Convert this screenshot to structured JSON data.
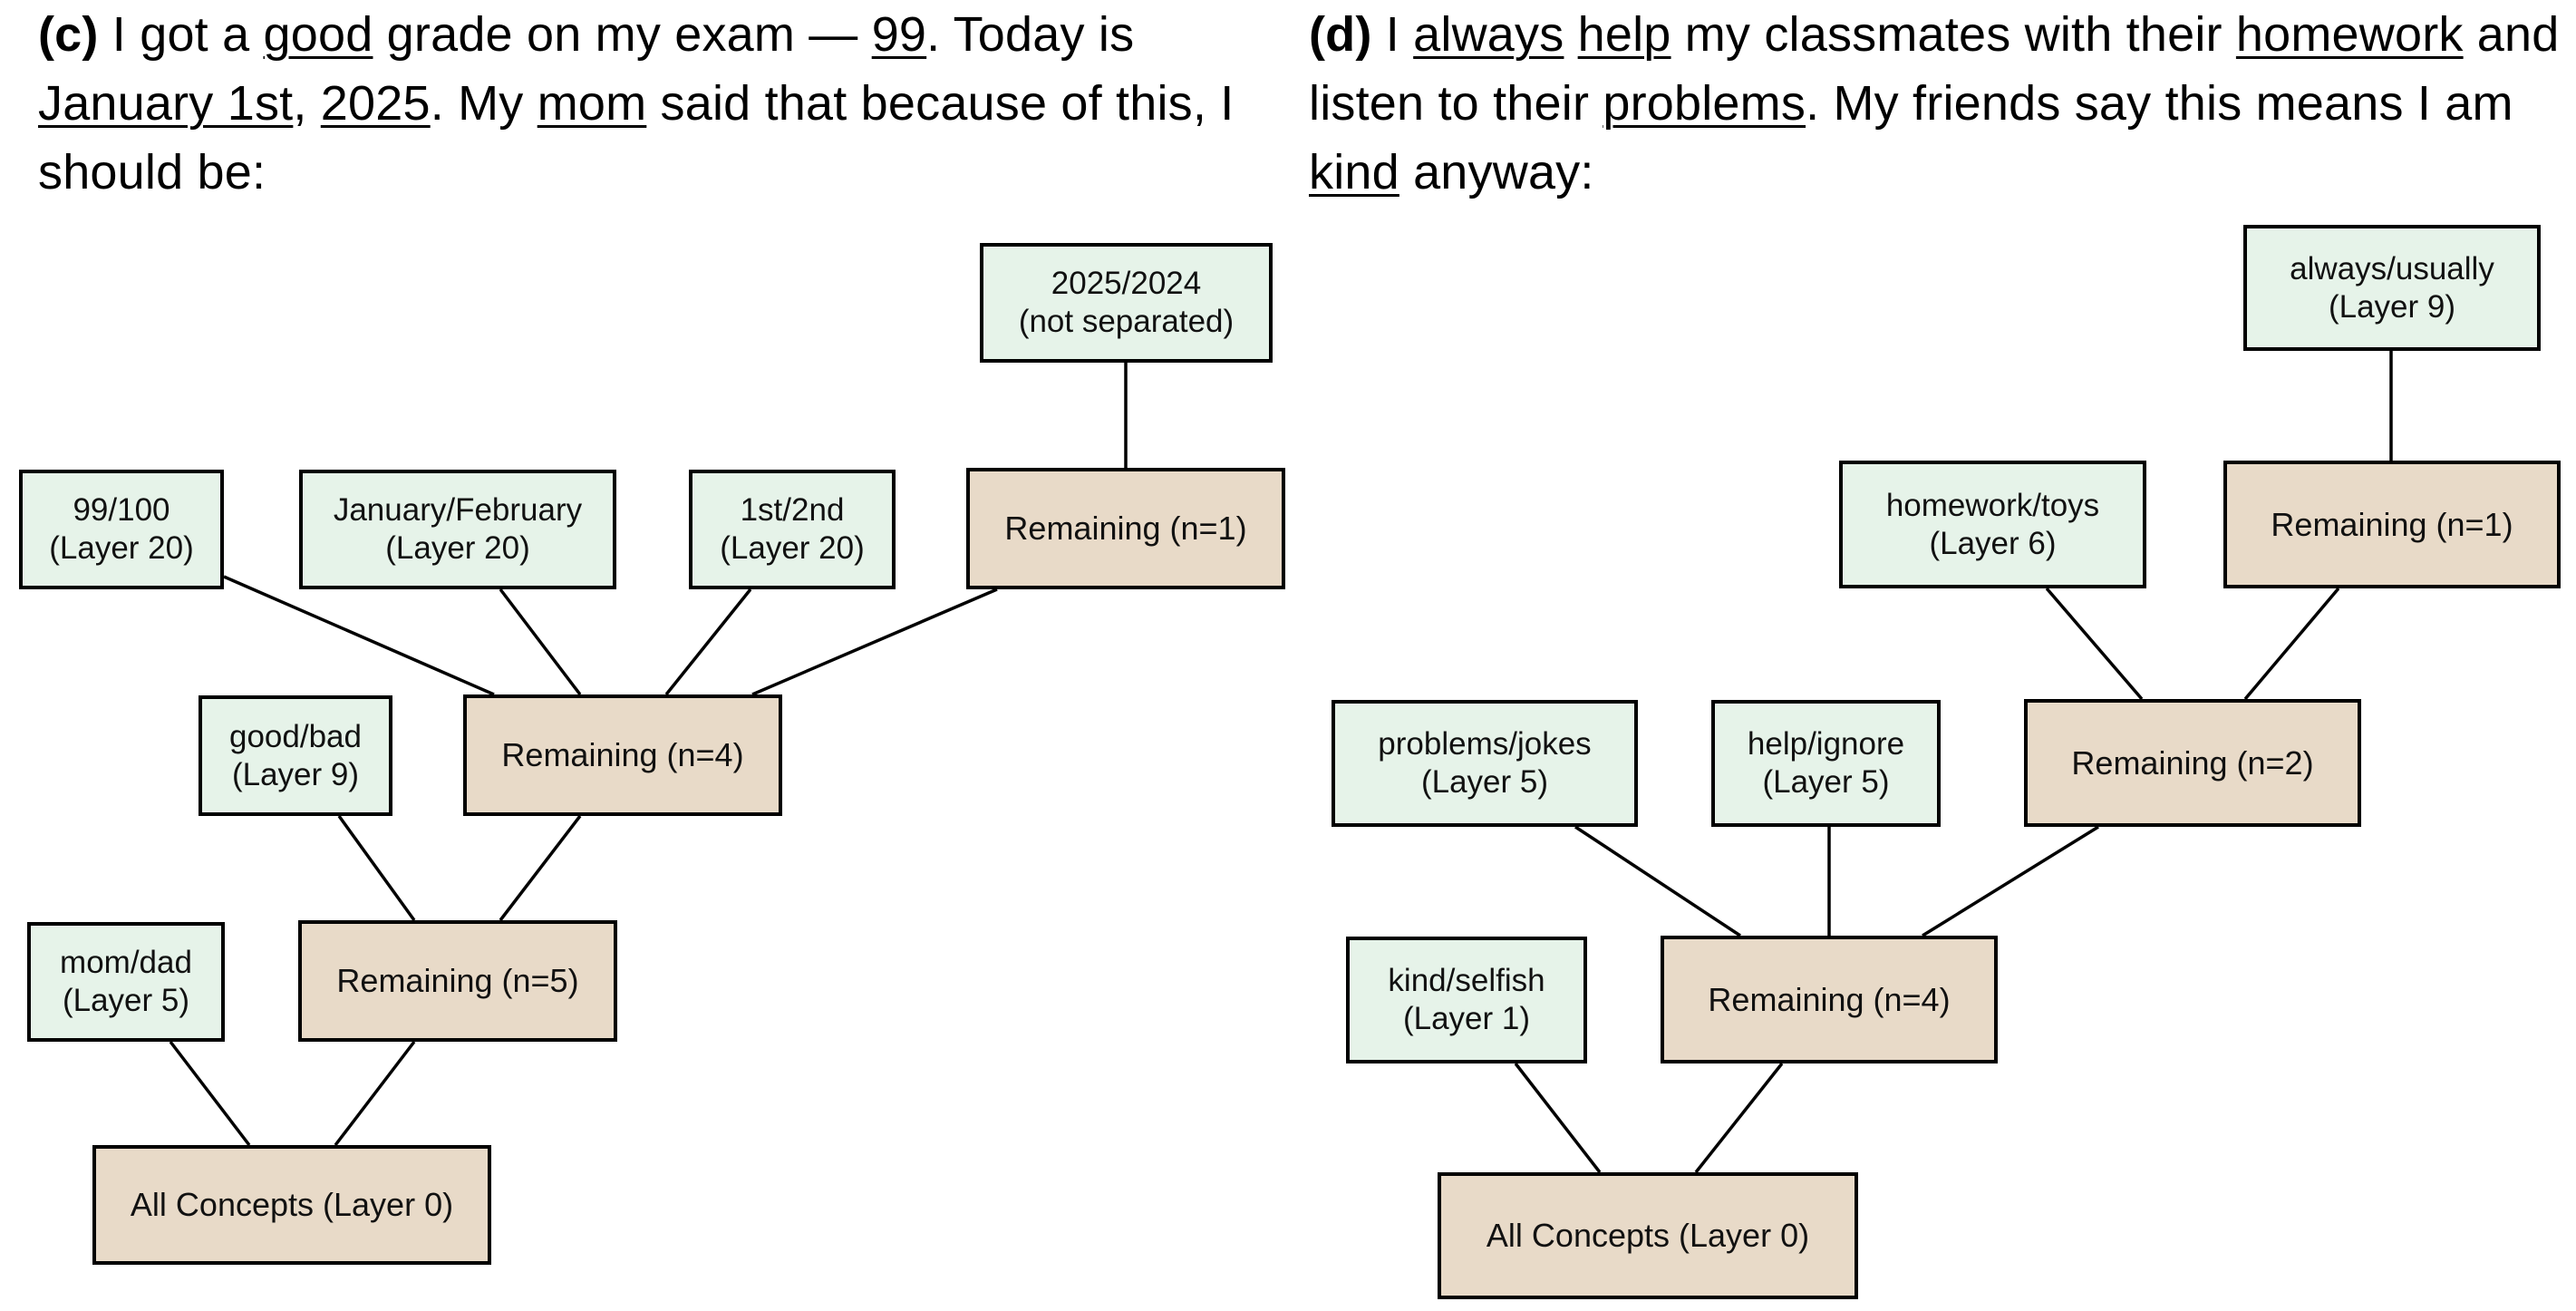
{
  "panels": [
    {
      "id": "c",
      "label": "(c)",
      "caption_segments": [
        {
          "text": " I got a ",
          "u": false
        },
        {
          "text": "good",
          "u": true
        },
        {
          "text": " grade on my exam — ",
          "u": false
        },
        {
          "text": "99",
          "u": true
        },
        {
          "text": ". Today is ",
          "u": false
        },
        {
          "text": "January 1st",
          "u": true
        },
        {
          "text": ", ",
          "u": false
        },
        {
          "text": "2025",
          "u": true
        },
        {
          "text": ". My ",
          "u": false
        },
        {
          "text": "mom",
          "u": true
        },
        {
          "text": " said that because of this, I should be:",
          "u": false
        }
      ],
      "nodes": [
        {
          "id": "c-root",
          "text": [
            "All Concepts (Layer 0)"
          ],
          "kind": "remaining"
        },
        {
          "id": "c-mom",
          "text": [
            "mom/dad",
            "(Layer 5)"
          ],
          "kind": "concept"
        },
        {
          "id": "c-r5",
          "text": [
            "Remaining (n=5)"
          ],
          "kind": "remaining"
        },
        {
          "id": "c-good",
          "text": [
            "good/bad",
            "(Layer 9)"
          ],
          "kind": "concept"
        },
        {
          "id": "c-r4",
          "text": [
            "Remaining (n=4)"
          ],
          "kind": "remaining"
        },
        {
          "id": "c-99",
          "text": [
            "99/100",
            "(Layer 20)"
          ],
          "kind": "concept"
        },
        {
          "id": "c-jan",
          "text": [
            "January/February",
            "(Layer 20)"
          ],
          "kind": "concept"
        },
        {
          "id": "c-1st",
          "text": [
            "1st/2nd",
            "(Layer 20)"
          ],
          "kind": "concept"
        },
        {
          "id": "c-r1",
          "text": [
            "Remaining (n=1)"
          ],
          "kind": "remaining"
        },
        {
          "id": "c-2025",
          "text": [
            "2025/2024",
            "(not separated)"
          ],
          "kind": "concept"
        }
      ],
      "edges": [
        [
          "c-root",
          "c-mom"
        ],
        [
          "c-root",
          "c-r5"
        ],
        [
          "c-r5",
          "c-good"
        ],
        [
          "c-r5",
          "c-r4"
        ],
        [
          "c-r4",
          "c-99"
        ],
        [
          "c-r4",
          "c-jan"
        ],
        [
          "c-r4",
          "c-1st"
        ],
        [
          "c-r4",
          "c-r1"
        ],
        [
          "c-r1",
          "c-2025"
        ]
      ]
    },
    {
      "id": "d",
      "label": "(d)",
      "caption_segments": [
        {
          "text": " I ",
          "u": false
        },
        {
          "text": "always",
          "u": true
        },
        {
          "text": " ",
          "u": false
        },
        {
          "text": "help",
          "u": true
        },
        {
          "text": " my classmates with their ",
          "u": false
        },
        {
          "text": "homework",
          "u": true
        },
        {
          "text": " and listen to their ",
          "u": false
        },
        {
          "text": "problems",
          "u": true
        },
        {
          "text": ". My friends say this means I am ",
          "u": false
        },
        {
          "text": "kind",
          "u": true
        },
        {
          "text": " anyway:",
          "u": false
        }
      ],
      "nodes": [
        {
          "id": "d-root",
          "text": [
            "All Concepts (Layer 0)"
          ],
          "kind": "remaining"
        },
        {
          "id": "d-kind",
          "text": [
            "kind/selfish",
            "(Layer 1)"
          ],
          "kind": "concept"
        },
        {
          "id": "d-r4",
          "text": [
            "Remaining (n=4)"
          ],
          "kind": "remaining"
        },
        {
          "id": "d-problems",
          "text": [
            "problems/jokes",
            "(Layer 5)"
          ],
          "kind": "concept"
        },
        {
          "id": "d-help",
          "text": [
            "help/ignore",
            "(Layer 5)"
          ],
          "kind": "concept"
        },
        {
          "id": "d-r2",
          "text": [
            "Remaining (n=2)"
          ],
          "kind": "remaining"
        },
        {
          "id": "d-homework",
          "text": [
            "homework/toys",
            "(Layer 6)"
          ],
          "kind": "concept"
        },
        {
          "id": "d-r1",
          "text": [
            "Remaining (n=1)"
          ],
          "kind": "remaining"
        },
        {
          "id": "d-always",
          "text": [
            "always/usually",
            "(Layer 9)"
          ],
          "kind": "concept"
        }
      ],
      "edges": [
        [
          "d-root",
          "d-kind"
        ],
        [
          "d-root",
          "d-r4"
        ],
        [
          "d-r4",
          "d-problems"
        ],
        [
          "d-r4",
          "d-help"
        ],
        [
          "d-r4",
          "d-r2"
        ],
        [
          "d-r2",
          "d-homework"
        ],
        [
          "d-r2",
          "d-r1"
        ],
        [
          "d-r1",
          "d-always"
        ]
      ]
    }
  ],
  "colors": {
    "concept_fill": "#e6f3e9",
    "remaining_fill": "#e8dac8",
    "border": "#000000",
    "edge": "#000000"
  }
}
